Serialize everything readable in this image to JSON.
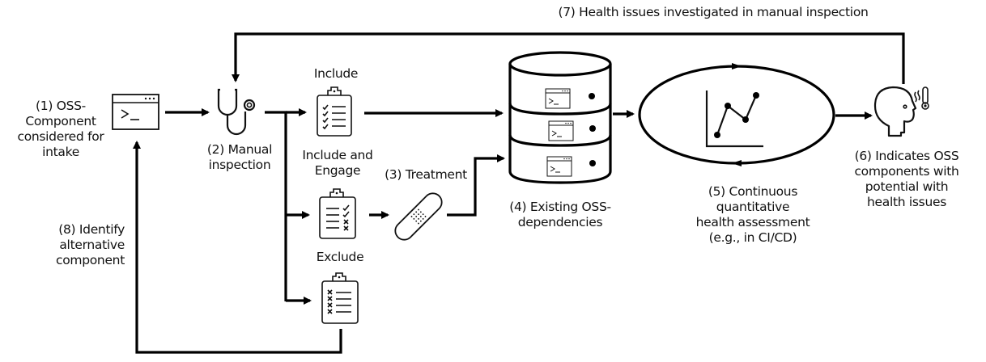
{
  "diagram": {
    "title": "OSS component intake and health assessment workflow",
    "colors": {
      "stroke": "#000000",
      "text": "#111111",
      "background": "#ffffff"
    },
    "nodes": {
      "intake": {
        "icon": "terminal-window-icon",
        "lines": [
          "(1) OSS-",
          "Component",
          "considered for",
          "intake"
        ]
      },
      "inspection": {
        "icon": "stethoscope-icon",
        "lines": [
          "(2) Manual",
          "inspection"
        ]
      },
      "include": {
        "icon": "clipboard-all-checks-icon",
        "lines": [
          "Include"
        ]
      },
      "include_engage": {
        "icon": "clipboard-checks-and-crosses-icon",
        "lines": [
          "Include and",
          "Engage"
        ]
      },
      "treatment": {
        "icon": "bandage-icon",
        "lines": [
          "(3) Treatment"
        ]
      },
      "exclude": {
        "icon": "clipboard-all-crosses-icon",
        "lines": [
          "Exclude"
        ]
      },
      "dependencies": {
        "icon": "database-icon",
        "lines": [
          "(4) Existing OSS-",
          "dependencies"
        ]
      },
      "assessment": {
        "icon": "line-chart-cycle-icon",
        "lines": [
          "(5) Continuous",
          "quantitative",
          "health assessment",
          "(e.g., in CI/CD)"
        ]
      },
      "indicates": {
        "icon": "sick-head-thermometer-icon",
        "lines": [
          "(6) Indicates OSS",
          "components with",
          "potential with",
          "health issues"
        ]
      },
      "investigated": {
        "lines": [
          "(7) Health issues investigated in manual inspection"
        ]
      },
      "alternative": {
        "lines": [
          "(8) Identify",
          "alternative",
          "component"
        ]
      }
    },
    "edges": [
      {
        "from": "intake",
        "to": "inspection"
      },
      {
        "from": "inspection",
        "to": "include"
      },
      {
        "from": "inspection",
        "to": "include_engage"
      },
      {
        "from": "inspection",
        "to": "exclude"
      },
      {
        "from": "include",
        "to": "dependencies"
      },
      {
        "from": "include_engage",
        "to": "treatment"
      },
      {
        "from": "treatment",
        "to": "dependencies"
      },
      {
        "from": "dependencies",
        "to": "assessment"
      },
      {
        "from": "assessment",
        "to": "indicates"
      },
      {
        "from": "indicates",
        "to": "inspection",
        "label": "investigated"
      },
      {
        "from": "exclude",
        "to": "intake",
        "label": "alternative"
      }
    ]
  }
}
